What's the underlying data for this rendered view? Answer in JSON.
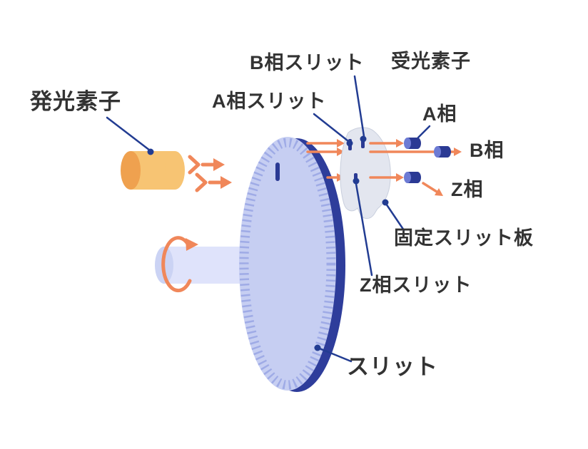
{
  "labels": {
    "light_emitter": "発光素子",
    "b_phase_slit": "B相スリット",
    "a_phase_slit": "A相スリット",
    "light_receiver": "受光素子",
    "a_phase": "A相",
    "b_phase": "B相",
    "z_phase": "Z相",
    "fixed_slit_plate": "固定スリット板",
    "z_phase_slit": "Z相スリット",
    "slit": "スリット"
  },
  "colors": {
    "background": "#ffffff",
    "text": "#333333",
    "leader_navy": "#223C92",
    "disc_body": "#C6CEF2",
    "disc_rim": "#2E3D9B",
    "disc_ticks": "#9FABE6",
    "index_mark": "#2B3A94",
    "shaft": "#DFE3FB",
    "shaft_cap": "#CBD3F4",
    "emitter_body": "#F7C473",
    "emitter_cap": "#EFA14F",
    "beam_orange": "#F0875A",
    "plate_gray": "#E3E6EF",
    "plate_edge": "#C9CFDD",
    "slit_mark": "#2B3A94",
    "detector_navy": "#2B3A94",
    "detector_cap": "#6D7BD4"
  }
}
